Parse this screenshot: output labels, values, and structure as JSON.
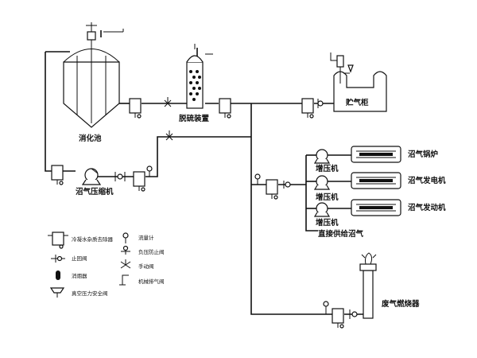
{
  "labels": {
    "digester": "消化池",
    "desulfurizer": "脱硫装置",
    "gas_holder": "贮气柜",
    "biogas_compressor": "沼气压缩机",
    "booster_1": "增压机",
    "booster_2": "增压机",
    "booster_3": "增压机",
    "direct_supply": "直接供给沼气",
    "biogas_boiler": "沼气锅炉",
    "biogas_generator": "沼气发电机",
    "biogas_engine": "沼气发动机",
    "waste_gas_burner": "废气燃烧器"
  },
  "legend": {
    "condensate_separator": "冷凝水杂质去除器",
    "check_valve": "止回阀",
    "silencer": "消烟器",
    "vacuum_pressure_safety_valve": "真空压力安全阀",
    "flow_meter": "流量计",
    "negative_pressure_check_valve": "负压防止阀",
    "manual_valve": "手动阀",
    "mechanical_exhaust_valve": "机械排气阀"
  }
}
